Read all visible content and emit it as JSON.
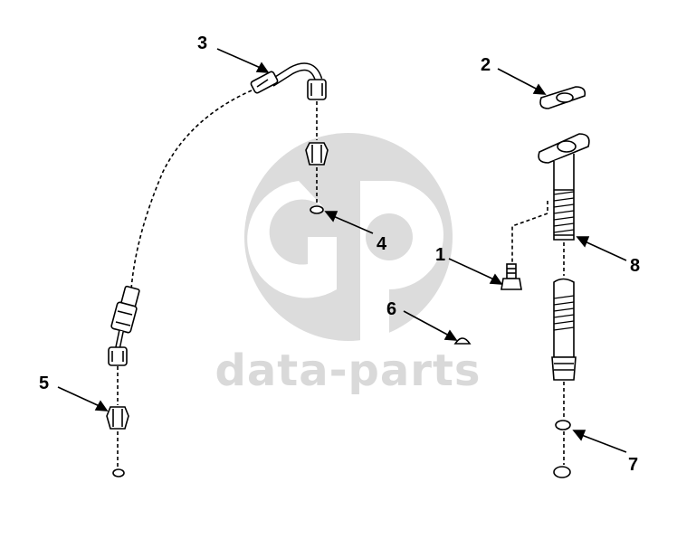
{
  "diagram": {
    "callouts": [
      {
        "id": "1",
        "label": "1"
      },
      {
        "id": "2",
        "label": "2"
      },
      {
        "id": "3",
        "label": "3"
      },
      {
        "id": "4",
        "label": "4"
      },
      {
        "id": "5",
        "label": "5"
      },
      {
        "id": "6",
        "label": "6"
      },
      {
        "id": "7",
        "label": "7"
      },
      {
        "id": "8",
        "label": "8"
      }
    ],
    "watermark": {
      "text": "data-parts"
    },
    "colors": {
      "line": "#000000",
      "watermark": "#d9d9d9"
    }
  }
}
